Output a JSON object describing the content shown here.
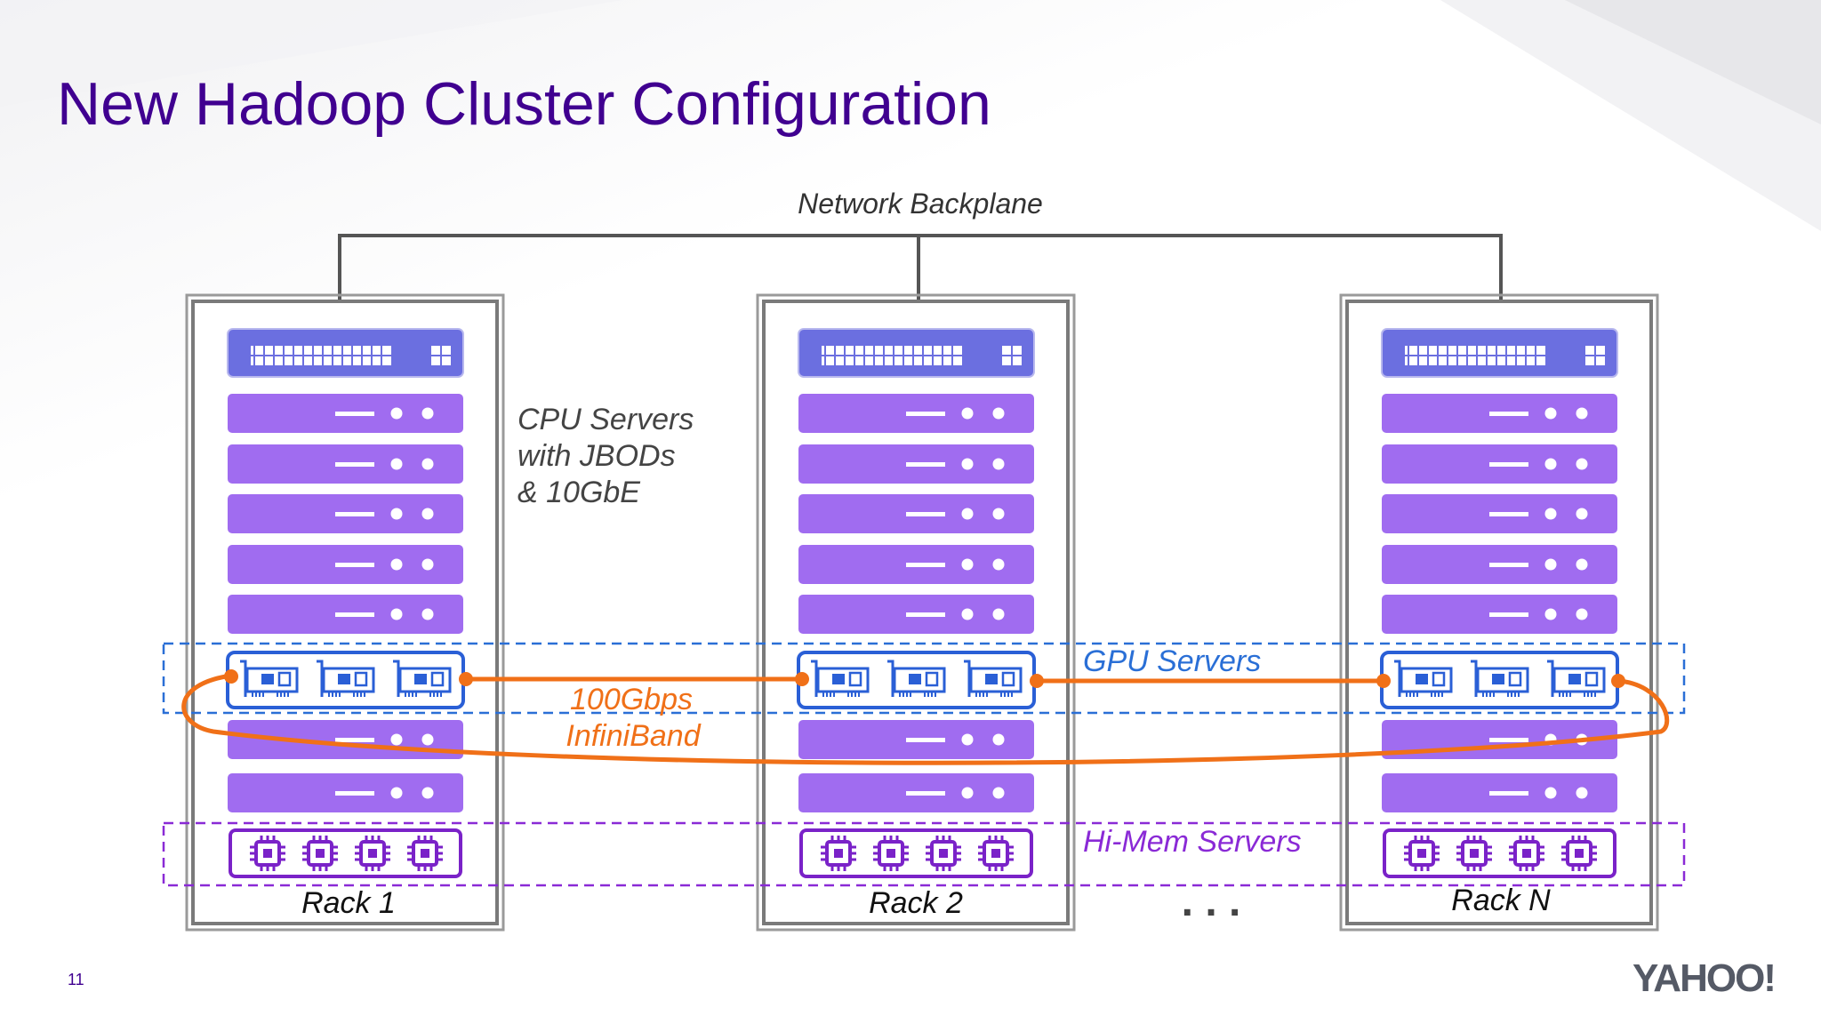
{
  "slide": {
    "title": "New Hadoop Cluster Configuration",
    "page_number": "11",
    "logo_text": "YAHOO!"
  },
  "diagram": {
    "backplane_label": "Network Backplane",
    "cpu_label_lines": [
      "CPU Servers",
      "with JBODs",
      "& 10GbE"
    ],
    "gpu_label": "GPU Servers",
    "himem_label": "Hi-Mem Servers",
    "interconnect_label_lines": [
      "100Gbps",
      "InfiniBand"
    ],
    "ellipsis": ". . .",
    "racks": [
      {
        "label": "Rack 1"
      },
      {
        "label": "Rack 2"
      },
      {
        "label": "Rack N"
      }
    ]
  },
  "colors": {
    "title": "#400090",
    "switch": "#6b6fe0",
    "cpu_server": "#a06cf0",
    "gpu_border": "#2a5fd6",
    "himem_border": "#7a22c8",
    "infiniband": "#f07018",
    "rack_frame": "#7a7a7a",
    "backplane": "#555555"
  },
  "icons": {
    "switch": "network-switch-icon",
    "gpu": "gpu-card-icon",
    "himem": "memory-chip-icon"
  }
}
